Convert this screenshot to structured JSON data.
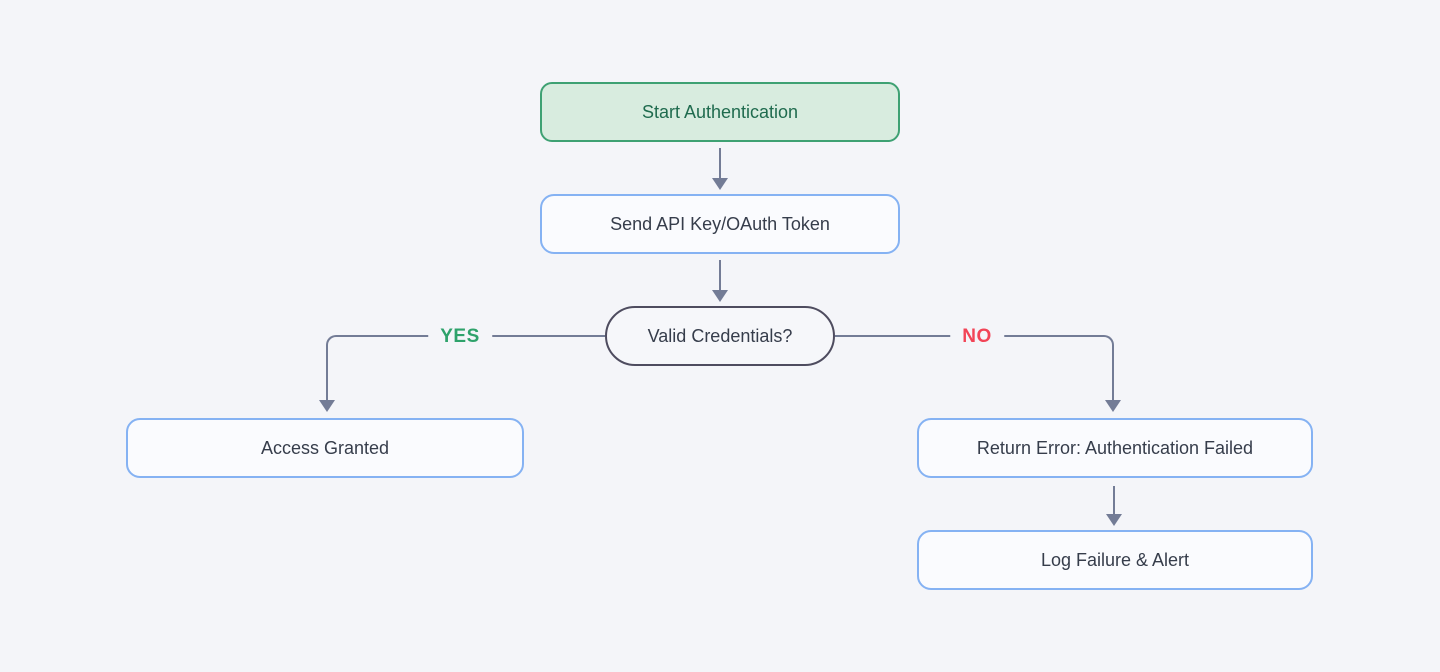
{
  "diagram": {
    "type": "flowchart",
    "nodes": {
      "start": {
        "label": "Start Authentication",
        "shape": "rounded-rect",
        "role": "start"
      },
      "send_token": {
        "label": "Send API Key/OAuth Token",
        "shape": "rounded-rect",
        "role": "process"
      },
      "valid_credentials": {
        "label": "Valid Credentials?",
        "shape": "stadium",
        "role": "decision"
      },
      "access_granted": {
        "label": "Access Granted",
        "shape": "rounded-rect",
        "role": "process"
      },
      "return_error": {
        "label": "Return Error: Authentication Failed",
        "shape": "rounded-rect",
        "role": "process"
      },
      "log_failure": {
        "label": "Log Failure & Alert",
        "shape": "rounded-rect",
        "role": "process"
      }
    },
    "edges": [
      {
        "from": "start",
        "to": "send_token",
        "label": ""
      },
      {
        "from": "send_token",
        "to": "valid_credentials",
        "label": ""
      },
      {
        "from": "valid_credentials",
        "to": "access_granted",
        "label": "YES"
      },
      {
        "from": "valid_credentials",
        "to": "return_error",
        "label": "NO"
      },
      {
        "from": "return_error",
        "to": "log_failure",
        "label": ""
      }
    ],
    "labels": {
      "yes": "YES",
      "no": "NO"
    }
  },
  "colors": {
    "bg": "#f4f5f9",
    "line": "#737c96",
    "text": "#363d4b",
    "start_fill": "#d8ecdf",
    "start_border": "#3ea173",
    "start_text": "#1f6b4e",
    "process_fill": "#fafbfe",
    "process_border": "#85b2f3",
    "decision_fill": "#f6f7fa",
    "decision_border": "#4e4c5f",
    "yes": "#2ea26b",
    "no": "#f24457"
  }
}
